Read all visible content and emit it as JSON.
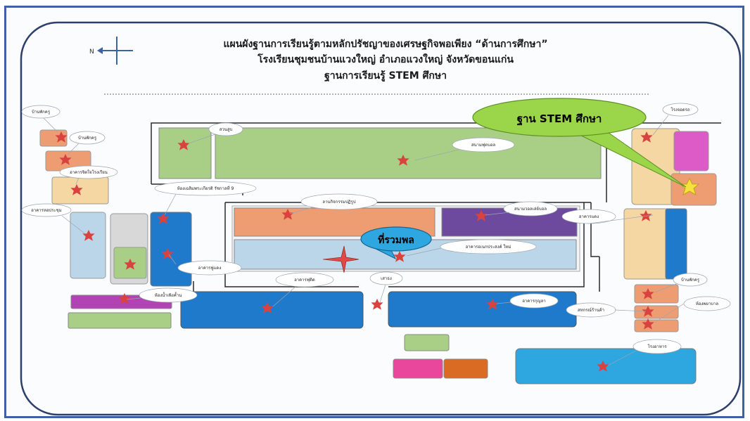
{
  "header": {
    "line1": "แผนผังฐานการเรียนรู้ตามหลักปรัชญาของเศรษฐกิจพอเพียง “ด้านการศึกษา”",
    "line2": "โรงเรียนชุมชนบ้านแวงใหญ่  อำเภอแวงใหญ่  จังหวัดขอนแก่น",
    "line3": "ฐานการเรียนรู้ STEM  ศึกษา"
  },
  "compass": {
    "label": "N"
  },
  "callouts": {
    "stem": "ฐาน STEM  ศึกษา",
    "assembly": "ที่รวมพล"
  },
  "labels": {
    "teacher_house_1": "บ้านพักครู",
    "teacher_house_2": "บ้านพักครู",
    "multipurpose_old": "อาคารจิตใจโรงเรียน",
    "old_building": "อาคารหอประชุม",
    "garden": "สวนสูบ",
    "football_field": "สนามฟุตบอล",
    "royal_room": "ห้องเฉลิมพระเกียรติ รัชกาลที่ 9",
    "activity_yard": "ลานกิจกรรมปฏิรูป",
    "volleyball_court": "สนามวอลเล่ย์บอล",
    "multi_purpose": "อาคารอเนกประสงค์ ใหม่",
    "library_building": "อาคารแดง",
    "water_room": "ห้องน้ำเพิงค้ำน",
    "blue_building": "อาคารฟูแดง",
    "main_building": "อาคารฟุติด",
    "flagpole": "เสาธง",
    "front_building": "อาคารกุญลา",
    "shop": "สหกรณ์ร้านค้า",
    "clinic": "ห้องพยาบาล",
    "teacher_house_3": "บ้านพักครู",
    "canteen": "โรงอาหาร",
    "workshop": "โรงจอดรถ"
  },
  "colors": {
    "frame": "#3f62a3",
    "green": "#a9cf86",
    "blue": "#1f7acb",
    "orange": "#ee9d72",
    "purple": "#6e4a9e",
    "light_blue": "#bcd6e9",
    "marker": "#d8433f",
    "callout": "#9bd64a"
  }
}
